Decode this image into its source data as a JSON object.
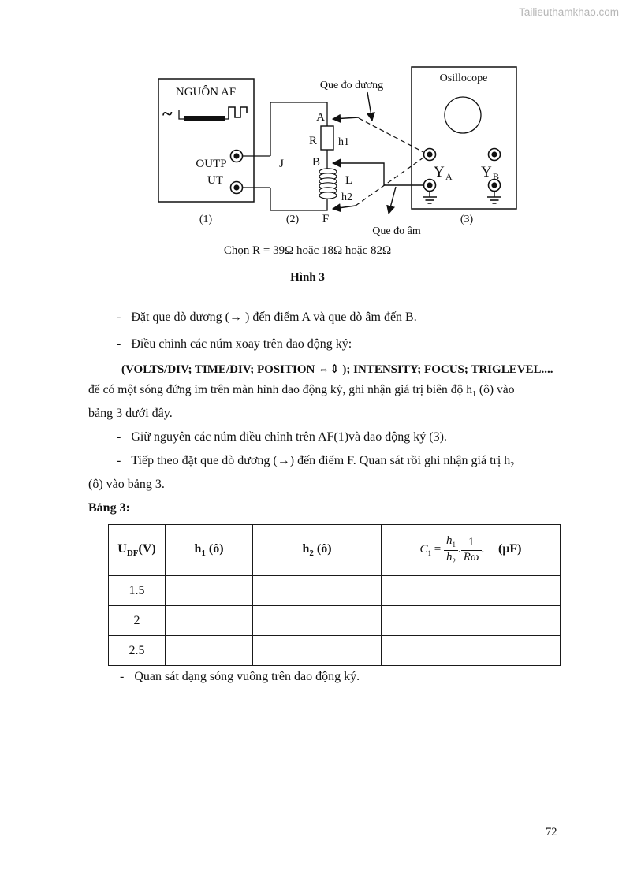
{
  "watermark": "Tailieuthamkhao.com",
  "diagram": {
    "af_box": {
      "title": "NGUÔN AF",
      "sine": "~",
      "out1": "OUTP",
      "out2": "UT",
      "num": "(1)"
    },
    "loop": {
      "j": "J",
      "a": "A",
      "r": "R",
      "h1": "h1",
      "b": "B",
      "l": "L",
      "h2": "h2",
      "f": "F",
      "num": "(2)"
    },
    "scope": {
      "title": "Osillocope",
      "ya": "Y",
      "ya_sub": "A",
      "yb": "Y",
      "yb_sub": "B",
      "num": "(3)"
    },
    "probe_pos": "Que đo dương",
    "probe_neg": "Que đo âm"
  },
  "caption": {
    "choose_r": "Chọn R = 39Ω hoặc 18Ω  hoặc 82Ω",
    "figure": "Hình 3"
  },
  "text": {
    "dash": "-",
    "b1": "Đặt que dò dương (→ ) đến điểm A và que dò âm đến B.",
    "b2": "Điều chỉnh các núm xoay trên dao động ký:",
    "knobs": "(VOLTS/DIV; TIME/DIV; POSITION ⇔⇕ ); INTENSITY; FOCUS; TRIGLEVEL....",
    "p1_pre": "để có một sóng đứng im trên màn hình dao động ký, ghi nhận giá trị biên độ h",
    "p1_sub": "1",
    "p1_post": " (ô) vào",
    "p1_l2": "bảng 3 dưới đây.",
    "b3": "Giữ nguyên các núm điều chỉnh trên AF(1)và dao động ký (3).",
    "b4_pre": "Tiếp theo đặt que dò dương (→) đến điểm F. Quan sát rồi ghi nhận giá trị h",
    "b4_sub": "2",
    "b4_l2": "(ô) vào bảng 3.",
    "table_title": "Bảng 3:",
    "b5": "Quan sát dạng sóng vuông trên dao động ký."
  },
  "table": {
    "headers": {
      "udf": {
        "base": "U",
        "sub": "DF",
        "rest": "(V)"
      },
      "h1": {
        "base": "h",
        "sub": "1",
        "rest": " (ô)"
      },
      "h2": {
        "base": "h",
        "sub": "2",
        "rest": " (ô)"
      },
      "formula": {
        "c": "C",
        "c_sub": "1",
        "eq": "=",
        "fn1": "h",
        "fn1_sub": "1",
        "fd1": "h",
        "fd1_sub": "2",
        "dot": ".",
        "fn2": "1",
        "fd2": "Rω",
        "end": ".",
        "unit": "(μF)"
      }
    },
    "rows": [
      {
        "udf": "1.5",
        "h1": "",
        "h2": "",
        "c1": ""
      },
      {
        "udf": "2",
        "h1": "",
        "h2": "",
        "c1": ""
      },
      {
        "udf": "2.5",
        "h1": "",
        "h2": "",
        "c1": ""
      }
    ]
  },
  "page_number": "72"
}
